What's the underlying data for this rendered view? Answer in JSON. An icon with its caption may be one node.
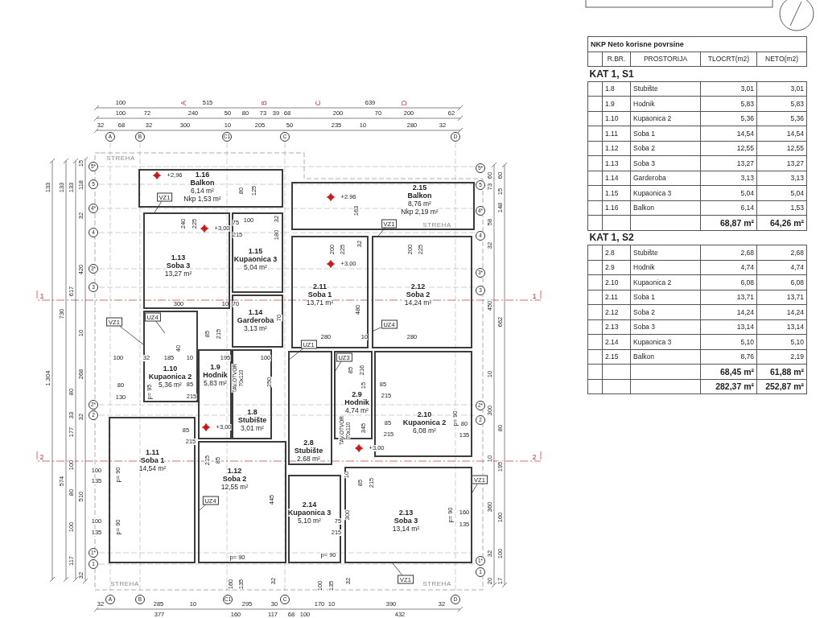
{
  "diagram": {
    "nodes": [
      {
        "text": [
          "1.16",
          "Balkon",
          "6,14 m²",
          "Nkp 1,53 m²"
        ]
      },
      {
        "text": [
          "2.15",
          "Balkon",
          "8,76 m²",
          "Nkp 2,19 m²"
        ]
      },
      {
        "text": [
          "1.13",
          "Soba 3",
          "13,27 m²"
        ]
      },
      {
        "text": [
          "1.15",
          "Kupaonica 3",
          "5,04 m²"
        ]
      },
      {
        "text": [
          "2.11",
          "Soba 1",
          "13,71 m²"
        ]
      },
      {
        "text": [
          "2.12",
          "Soba 2",
          "14,24 m²"
        ]
      },
      {
        "text": [
          "1.14",
          "Garderoba",
          "3,13 m²"
        ]
      },
      {
        "text": [
          "1.10",
          "Kupaonica 2",
          "5,36 m²"
        ]
      },
      {
        "text": [
          "1.9",
          "Hodnik",
          "5,83 m²"
        ]
      },
      {
        "text": [
          "1.8",
          "Stubište",
          "3,01 m²"
        ]
      },
      {
        "text": [
          "2.8",
          "Stubište",
          "2,68 m²"
        ]
      },
      {
        "text": [
          "2.9",
          "Hodnik",
          "4,74 m²"
        ]
      },
      {
        "text": [
          "2.10",
          "Kupaonica 2",
          "6,08 m²"
        ]
      },
      {
        "text": [
          "1.11",
          "Soba 1",
          "14,54 m²"
        ]
      },
      {
        "text": [
          "1.12",
          "Soba 2",
          "12,55 m²"
        ]
      },
      {
        "text": [
          "2.14",
          "Kupaonica 3",
          "5,10 m²"
        ]
      },
      {
        "text": [
          "2.13",
          "Soba 3",
          "13,14 m²"
        ]
      },
      {
        "text": [
          "VZ1"
        ],
        "in": 0
      },
      {
        "text": [
          "VZ1"
        ]
      },
      {
        "text": [
          "UZ4"
        ],
        "in": 7
      },
      {
        "text": [
          "VZ1"
        ],
        "in": 1
      },
      {
        "text": [
          "UZ4"
        ],
        "in": 5
      },
      {
        "text": [
          "UZ1"
        ],
        "in": 4
      },
      {
        "text": [
          "UZ3"
        ],
        "in": 11
      },
      {
        "text": [
          "UZ4"
        ],
        "in": 14
      },
      {
        "text": [
          "VZ1"
        ]
      },
      {
        "text": [
          "VZ1"
        ]
      }
    ],
    "edges": [
      {
        "from": 17,
        "to": 2,
        "arrow": "none"
      },
      {
        "from": 18,
        "to": 7,
        "arrow": "none"
      },
      {
        "from": 19,
        "to": null,
        "arrow": "none"
      },
      {
        "from": 20,
        "to": 5,
        "arrow": "none"
      },
      {
        "from": 21,
        "to": 5,
        "arrow": "none"
      },
      {
        "from": 22,
        "to": 10,
        "arrow": "none"
      },
      {
        "from": 23,
        "to": null,
        "arrow": "none"
      },
      {
        "from": 24,
        "to": null,
        "arrow": "none"
      },
      {
        "from": 25,
        "to": 16,
        "arrow": "none"
      },
      {
        "from": 26,
        "to": 16,
        "arrow": "none"
      }
    ],
    "labels": [
      "100",
      "A",
      "515",
      "B",
      "C",
      "639",
      "D",
      "100",
      "72",
      "240",
      "50",
      "80",
      "73",
      "39",
      "68",
      "200",
      "70",
      "200",
      "62",
      "32",
      "68",
      "32",
      "300",
      "10",
      "205",
      "50",
      "235",
      "10",
      "280",
      "32",
      "A",
      "B",
      "C1",
      "C",
      "D",
      "STREHA",
      "133",
      "1.304",
      "133",
      "730",
      "574",
      "133",
      "617",
      "80",
      "33",
      "177",
      "100",
      "80",
      "100",
      "117",
      "15",
      "118",
      "32",
      "420",
      "10",
      "268",
      "32",
      "510",
      "32",
      "1",
      "2",
      "5*",
      "5",
      "4*",
      "4",
      "3*",
      "3",
      "2*",
      "2",
      "1*",
      "1",
      "5*",
      "5",
      "4*",
      "4",
      "3*",
      "3",
      "2*",
      "2",
      "1*",
      "1",
      "60",
      "73",
      "58",
      "32",
      "450",
      "10",
      "300",
      "10",
      "360",
      "32",
      "20",
      "60",
      "15",
      "148",
      "662",
      "80",
      "195",
      "160",
      "100",
      "17",
      "1",
      "2",
      "A",
      "B",
      "C1",
      "C",
      "D",
      "32",
      "285",
      "10",
      "295",
      "30",
      "170",
      "10",
      "390",
      "32",
      "377",
      "160",
      "117",
      "68",
      "100",
      "432",
      "STREHA",
      "STREHA",
      "STREHA",
      "+2,96",
      "+3,00",
      "+2.96",
      "+3.00",
      "+3,00",
      "+3,00",
      "80",
      "125",
      "240",
      "225",
      "75",
      "100",
      "215",
      "32",
      "180",
      "300",
      "10",
      "70",
      "85",
      "215",
      "70",
      "40",
      "100",
      "32",
      "185",
      "10",
      "195",
      "100",
      "163",
      "200",
      "225",
      "32",
      "200",
      "225",
      "480",
      "280",
      "10",
      "280",
      "80",
      "130",
      "85",
      "215",
      "p= 95",
      "85",
      "215",
      "215",
      "85",
      "100",
      "135",
      "100",
      "135",
      "p= 90",
      "p= 90",
      "445",
      "250",
      "p= 90",
      "160",
      "135",
      "32",
      "85",
      "216",
      "15",
      "85",
      "215",
      "345",
      "85",
      "215",
      "p= 90",
      "80",
      "135",
      "85",
      "215",
      "10",
      "300",
      "75",
      "215",
      "p= 90",
      "100",
      "135",
      "32",
      "p= 90",
      "160",
      "135",
      "TAV.OTVOR",
      "70x110",
      "TAV.OTVOR",
      "70x110",
      "NKP Neto korisne povrsine",
      "R.BR.",
      "PROSTORIJA",
      "TLOCRT(m2)",
      "NETO(m2)",
      "KAT 1, S1",
      "1.8",
      "Stubište",
      "3,01",
      "3,01",
      "1.9",
      "Hodnik",
      "5,83",
      "5,83",
      "1.10",
      "Kupaonica 2",
      "5,36",
      "5,36",
      "1.11",
      "Soba 1",
      "14,54",
      "14,54",
      "1.12",
      "Soba 2",
      "12,55",
      "12,55",
      "1.13",
      "Soba 3",
      "13,27",
      "13,27",
      "1.14",
      "Garderoba",
      "3,13",
      "3,13",
      "1.15",
      "Kupaonica 3",
      "5,04",
      "5,04",
      "1.16",
      "Balkon",
      "6,14",
      "1,53",
      "68,87 m²",
      "64,26 m²",
      "KAT 1, S2",
      "2.8",
      "Stubište",
      "2,68",
      "2,68",
      "2.9",
      "Hodnik",
      "4,74",
      "4,74",
      "2.10",
      "Kupaonica 2",
      "6,08",
      "6,08",
      "2.11",
      "Soba 1",
      "13,71",
      "13,71",
      "2.12",
      "Soba 2",
      "14,24",
      "14,24",
      "2.13",
      "Soba 3",
      "13,14",
      "13,14",
      "2.14",
      "Kupaonica 3",
      "5,10",
      "5,10",
      "2.15",
      "Balkon",
      "8,76",
      "2,19",
      "68,45 m²",
      "61,88 m²",
      "282,37 m²",
      "252,87 m²"
    ]
  }
}
